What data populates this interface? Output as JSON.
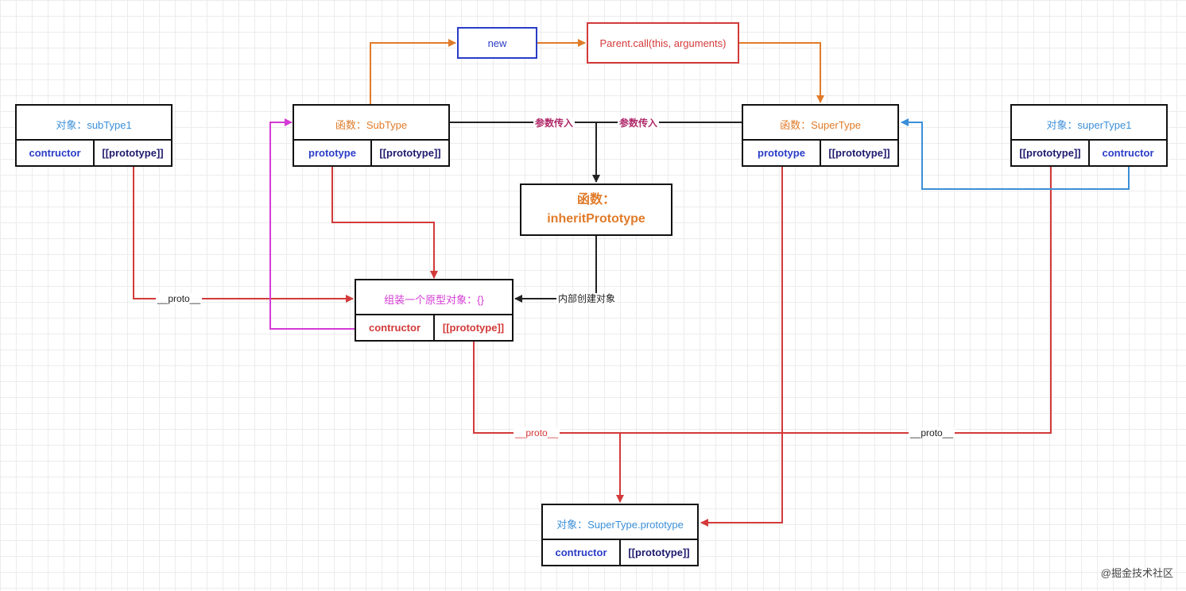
{
  "boxes": {
    "new_box": {
      "text": "new"
    },
    "parent_call": {
      "text": "Parent.call(this, arguments)"
    },
    "obj_subtype1": {
      "title": "对象：subType1",
      "cells": [
        "contructor",
        "[[prototype]]"
      ]
    },
    "fn_subtype": {
      "title": "函数：SubType",
      "cells": [
        "prototype",
        "[[prototype]]"
      ]
    },
    "fn_supertype": {
      "title": "函数：SuperType",
      "cells": [
        "prototype",
        "[[prototype]]"
      ]
    },
    "obj_supertype1": {
      "title": "对象：superType1",
      "cells": [
        "[[prototype]]",
        "contructor"
      ]
    },
    "fn_inherit": {
      "title": "函数：\ninheritPrototype"
    },
    "assemble_obj": {
      "title": "组装一个原型对象：{}",
      "cells": [
        "contructor",
        "[[prototype]]"
      ]
    },
    "obj_supertype_proto": {
      "title": "对象：SuperType.prototype",
      "cells": [
        "contructor",
        "[[prototype]]"
      ]
    }
  },
  "labels": {
    "param_in_left": "参数传入",
    "param_in_right": "参数传入",
    "create_inside": "内部创建对象",
    "proto_left": "__proto__",
    "proto_middle": "__proto__",
    "proto_right": "__proto__"
  },
  "watermark": "@掘金技术社区",
  "colors": {
    "orange": "#e07b2a",
    "red": "#d33a3a",
    "magenta": "#d43bd4",
    "sky": "#3b8fd8",
    "dark": "#222222",
    "blue": "#2a3cc7"
  }
}
